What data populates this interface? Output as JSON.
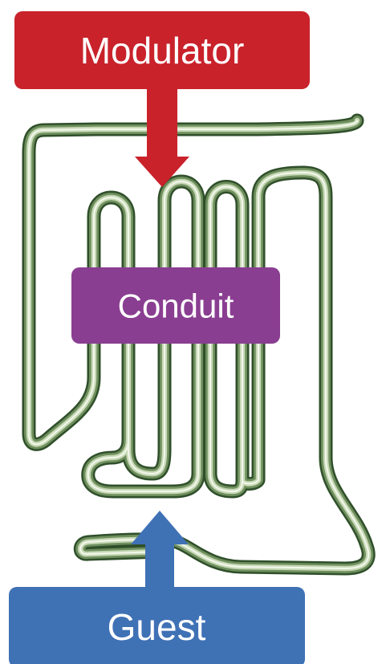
{
  "labels": {
    "modulator": "Modulator",
    "conduit": "Conduit",
    "guest": "Guest"
  },
  "colors": {
    "modulator": "#c9222b",
    "conduit": "#8a3e91",
    "guest": "#3f71b5",
    "tube_dark": "#2f4f2a",
    "tube_mid": "#6f8f5e",
    "tube_light": "#c6d8b4"
  }
}
